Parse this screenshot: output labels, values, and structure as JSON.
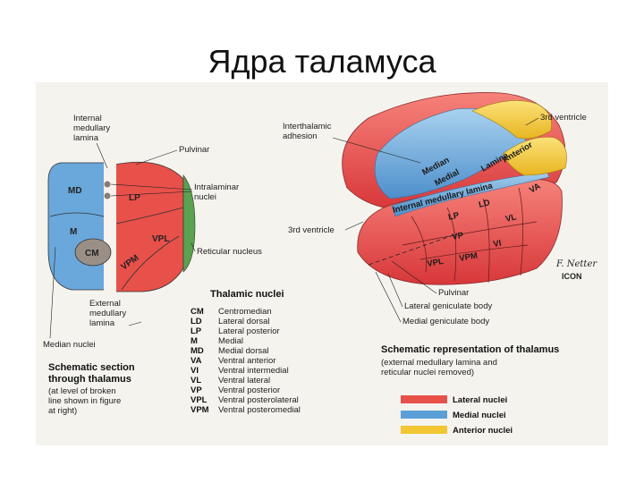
{
  "title": "Ядра таламуса",
  "section": {
    "labels": {
      "internal_medullary_lamina": [
        "Internal",
        "medullary",
        "lamina"
      ],
      "pulvinar": "Pulvinar",
      "intralaminar_nuclei": [
        "Intralaminar",
        "nuclei"
      ],
      "reticular_nucleus": "Reticular nucleus",
      "external_medullary_lamina": [
        "External",
        "medullary",
        "lamina"
      ],
      "median_nuclei": "Median nuclei"
    },
    "nuclei": {
      "md": "MD",
      "m": "M",
      "cm": "CM",
      "lp": "LP",
      "vpl": "VPL",
      "vpm": "VPM"
    },
    "caption": {
      "title": [
        "Schematic section",
        "through thalamus"
      ],
      "note": [
        "(at level of broken",
        "line shown in figure",
        "at right)"
      ]
    }
  },
  "legend_abbrev": {
    "heading": "Thalamic nuclei",
    "items": [
      {
        "abbr": "CM",
        "name": "Centromedian"
      },
      {
        "abbr": "LD",
        "name": "Lateral dorsal"
      },
      {
        "abbr": "LP",
        "name": "Lateral posterior"
      },
      {
        "abbr": "M",
        "name": "Medial"
      },
      {
        "abbr": "MD",
        "name": "Medial dorsal"
      },
      {
        "abbr": "VA",
        "name": "Ventral anterior"
      },
      {
        "abbr": "VI",
        "name": "Ventral intermedial"
      },
      {
        "abbr": "VL",
        "name": "Ventral lateral"
      },
      {
        "abbr": "VP",
        "name": "Ventral posterior"
      },
      {
        "abbr": "VPL",
        "name": "Ventral posterolateral"
      },
      {
        "abbr": "VPM",
        "name": "Ventral posteromedial"
      }
    ]
  },
  "schematic": {
    "labels": {
      "interthalamic_adhesion": [
        "Interthalamic",
        "adhesion"
      ],
      "third_ventricle_top": "3rd ventricle",
      "third_ventricle_left": "3rd ventricle",
      "pulvinar": "Pulvinar",
      "lateral_geniculate": "Lateral geniculate body",
      "medial_geniculate": "Medial geniculate body"
    },
    "nuclei": {
      "median": "Median",
      "medial": "Medial",
      "lamina": "Lamina",
      "anterior": "Anterior",
      "internal_medullary_lamina": "Internal medullary lamina",
      "lp": "LP",
      "ld": "LD",
      "va": "VA",
      "vl": "VL",
      "vp": "VP",
      "vi": "VI",
      "vpl": "VPL",
      "vpm": "VPM"
    },
    "caption": {
      "title": "Schematic representation of thalamus",
      "note": [
        "(external medullary lamina and",
        "reticular nuclei removed)"
      ]
    },
    "signature": "F. Netter",
    "publisher_mark": "ICON"
  },
  "color_legend": {
    "items": [
      {
        "label": "Lateral nuclei",
        "color": "#e8504a"
      },
      {
        "label": "Medial nuclei",
        "color": "#5b9fd6"
      },
      {
        "label": "Anterior nuclei",
        "color": "#f2c531"
      }
    ]
  },
  "colors": {
    "lateral": "#e8504a",
    "medial": "#6aa8dc",
    "anterior": "#f2c531",
    "reticular": "#5aa24f",
    "cm": "#9a8f86",
    "lamina_white": "#f7f2ec"
  }
}
